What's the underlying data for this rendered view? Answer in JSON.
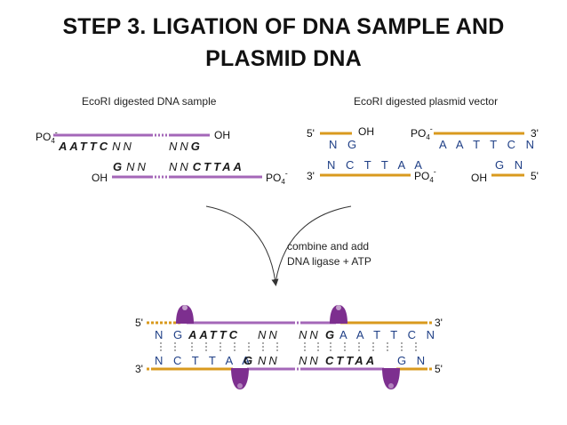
{
  "title": {
    "line1": "STEP 3. LIGATION OF DNA SAMPLE AND",
    "line2": "PLASMID DNA"
  },
  "left_fragment": {
    "label": "EcoRI digested DNA sample",
    "po4_top": "PO",
    "po4_top_sub": "4",
    "po4_top_sup": "-",
    "oh_top": "OH",
    "top_seq_bold": "AATTC",
    "top_seq_norm": "NN",
    "top_seq_right_norm": "NN",
    "top_seq_right_bold": "G",
    "oh_bottom": "OH",
    "bottom_seq_left_bold": "G",
    "bottom_seq_left_norm": "NN",
    "bottom_seq_right_norm": "NN",
    "bottom_seq_right_bold": "CTTAA",
    "po4_bottom": "PO",
    "po4_bottom_sub": "4",
    "po4_bottom_sup": "-"
  },
  "right_fragment": {
    "label": "EcoRI digested plasmid vector",
    "five_prime_top": "5'",
    "ng": "N G",
    "oh_top": "OH",
    "po4_top": "PO",
    "po4_top_sub": "4",
    "po4_top_sup": "-",
    "aattcn": "A A T T C N",
    "three_prime_top": "3'",
    "three_prime_bottom": "3'",
    "ncttaa": "N C T T A A",
    "po4_bottom": "PO",
    "po4_bottom_sub": "4",
    "po4_bottom_sup": "-",
    "oh_bottom": "OH",
    "gn": "G N",
    "five_prime_bottom": "5'"
  },
  "arrow_label": {
    "line1": "combine and add",
    "line2": "DNA ligase + ATP"
  },
  "product": {
    "five_prime_left": "5'",
    "three_prime_right": "3'",
    "three_prime_left": "3'",
    "five_prime_right": "5'",
    "top_ng": "N G",
    "top_aattc": "AATTC",
    "top_nn1": "NN",
    "top_nn2": "NN",
    "top_g": "G",
    "top_aattcn": "A A T T C N",
    "bot_ncttaa": "N C T T A A",
    "bot_g": "G",
    "bot_nn1": "NN",
    "bot_nn2": "NN",
    "bot_cttaa": "CTTAA",
    "bot_gn": "G N"
  },
  "colors": {
    "dna_sample": "#a467b8",
    "plasmid": "#d99a1e",
    "ligase": "#7d2f8f",
    "sequence_blue": "#1f3f86"
  }
}
